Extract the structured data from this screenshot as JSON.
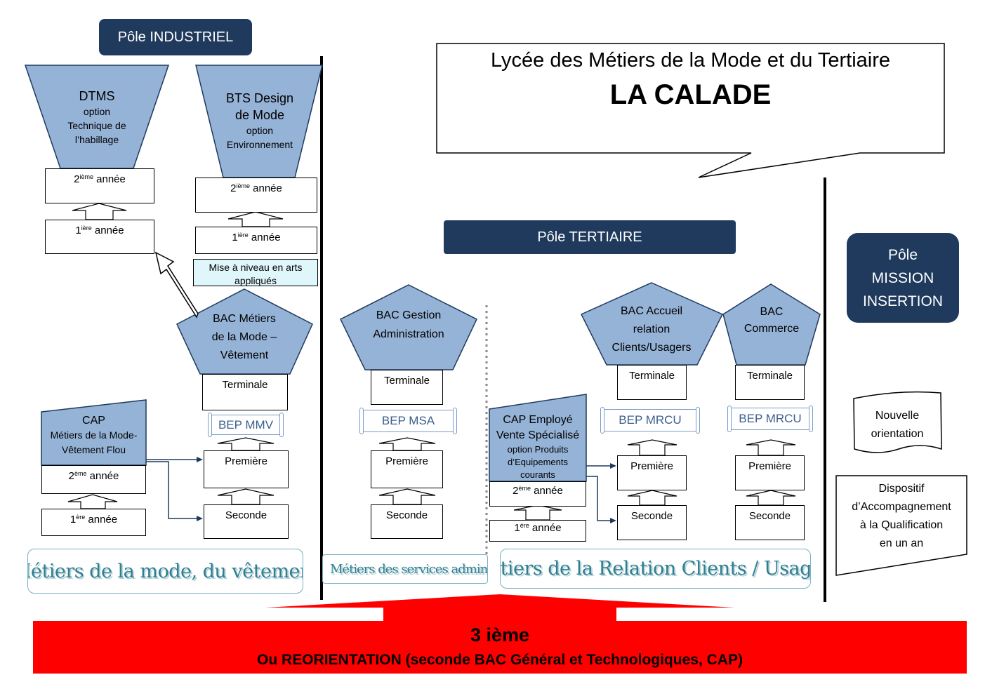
{
  "header": {
    "pole_industriel": "Pôle INDUSTRIEL",
    "pole_tertiaire": "Pôle TERTIAIRE",
    "pole_mission": [
      "Pôle",
      "MISSION",
      "INSERTION"
    ],
    "callout_line1": "Lycée des Métiers de la Mode et du Tertiaire",
    "callout_line2": "LA CALADE"
  },
  "industriel": {
    "dtms": [
      "DTMS",
      "option",
      "Technique de",
      "l’habillage"
    ],
    "bts": [
      "BTS Design",
      "de Mode",
      "option",
      "Environnement"
    ],
    "dtms_year2": {
      "n": "2",
      "sup": "ième",
      "txt": " année"
    },
    "dtms_year1": {
      "n": "1",
      "sup": "ière",
      "txt": " année"
    },
    "bts_year2": {
      "n": "2",
      "sup": "ième",
      "txt": " année"
    },
    "bts_year1": {
      "n": "1",
      "sup": "ière",
      "txt": " année"
    },
    "mise_niveau": "Mise à niveau en arts appliqués",
    "bac_mmv": [
      "BAC Métiers",
      "de la Mode –",
      "Vêtement"
    ],
    "terminale": "Terminale",
    "bep": "BEP MMV",
    "premiere": "Première",
    "seconde": "Seconde",
    "cap": [
      "CAP",
      "Métiers de la Mode-",
      "Vêtement Flou"
    ],
    "cap_year2": {
      "n": "2",
      "sup": "ème",
      "txt": " année"
    },
    "cap_year1": {
      "n": "1",
      "sup": "ère",
      "txt": " année"
    },
    "banner": "Métiers de la mode, du vêtement"
  },
  "tertiaire": {
    "bac_ga": [
      "BAC Gestion",
      "Administration"
    ],
    "ga_terminale": "Terminale",
    "ga_bep": "BEP MSA",
    "ga_premiere": "Première",
    "ga_seconde": "Seconde",
    "ga_banner": "Métiers des services administratifs",
    "cap_evs": [
      "CAP Employé",
      "Vente Spécialisé"
    ],
    "cap_evs_option": [
      "option Produits",
      "d’Equipements",
      "courants"
    ],
    "evs_year2": {
      "n": "2",
      "sup": "ème",
      "txt": " année"
    },
    "evs_year1": {
      "n": "1",
      "sup": "ère",
      "txt": " année"
    },
    "bac_arcu": [
      "BAC Accueil",
      "relation",
      "Clients/Usagers"
    ],
    "arcu_terminale": "Terminale",
    "arcu_bep": "BEP MRCU",
    "arcu_premiere": "Première",
    "arcu_seconde": "Seconde",
    "bac_com": [
      "BAC",
      "Commerce"
    ],
    "com_terminale": "Terminale",
    "com_bep": "BEP MRCU",
    "com_premiere": "Première",
    "com_seconde": "Seconde",
    "rc_banner": "Métiers de la Relation Clients / Usagers"
  },
  "mission": {
    "nouvelle": [
      "Nouvelle",
      "orientation"
    ],
    "dispositif": [
      "Dispositif",
      "d’Accompagnement",
      "à la Qualification",
      "en un an"
    ]
  },
  "footer": {
    "title": "3 ième",
    "subtitle": "Ou REORIENTATION (seconde BAC Général et Technologiques, CAP)"
  },
  "colors": {
    "navy": "#1f3a5c",
    "shape_fill": "#95b3d7",
    "red": "#ff0000",
    "light_cyan": "#dff6fb"
  }
}
